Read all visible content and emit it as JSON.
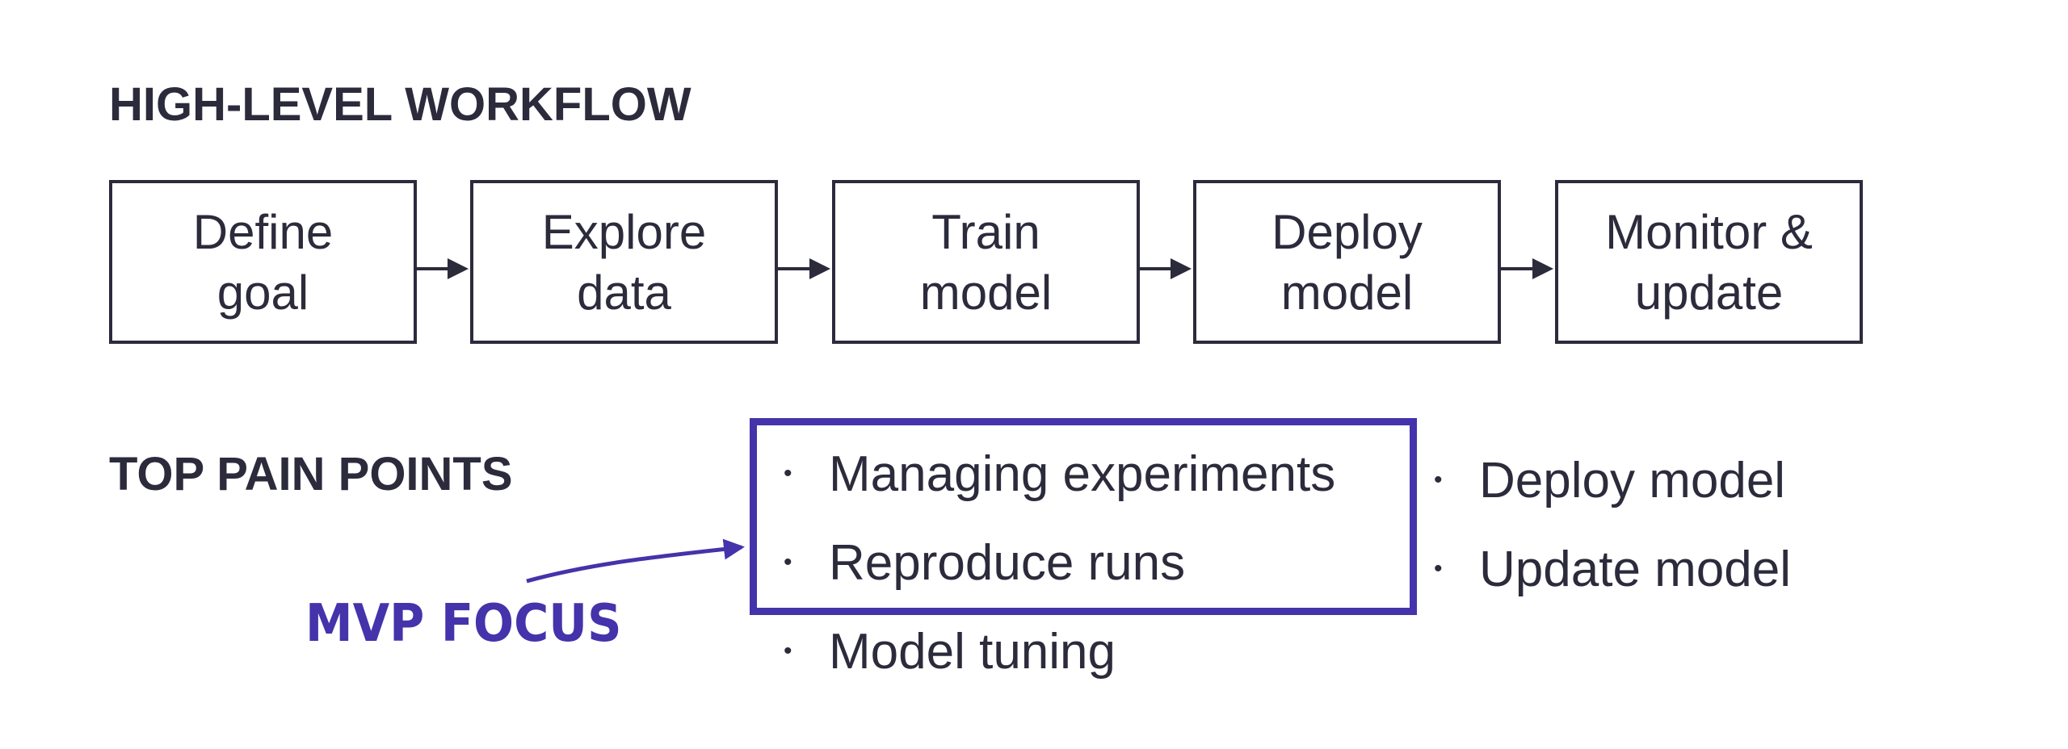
{
  "workflow": {
    "title": "HIGH-LEVEL WORKFLOW",
    "steps": [
      {
        "label": "Define\ngoal"
      },
      {
        "label": "Explore\ndata"
      },
      {
        "label": "Train\nmodel"
      },
      {
        "label": "Deploy\nmodel"
      },
      {
        "label": "Monitor &\nupdate"
      }
    ]
  },
  "pain_points": {
    "title": "TOP PAIN POINTS",
    "bullet": "•",
    "main_list": [
      "Managing experiments",
      "Reproduce runs",
      "Model tuning"
    ],
    "side_list": [
      "Deploy model",
      "Update model"
    ]
  },
  "annotation": {
    "label": "MVP FOCUS",
    "color": "#4433aa"
  },
  "colors": {
    "text": "#2b2b3c",
    "accent": "#4433aa"
  }
}
